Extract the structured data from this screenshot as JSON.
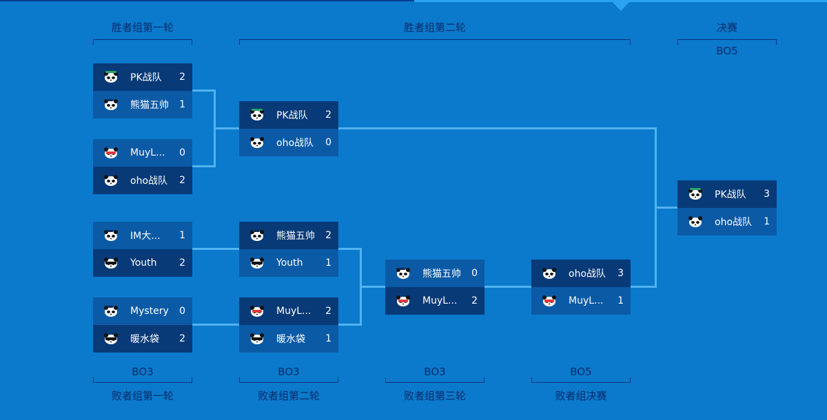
{
  "labels": {
    "w1": "胜者组第一轮",
    "w2": "胜者组第二轮",
    "final": "决赛",
    "final_bo": "BO5",
    "l1_bo": "BO3",
    "l1": "败者组第一轮",
    "l2_bo": "BO3",
    "l2": "败者组第二轮",
    "l3_bo": "BO3",
    "l3": "败者组第三轮",
    "l4_bo": "BO5",
    "l4": "败者组决赛"
  },
  "matches": {
    "w1_m1": {
      "team1": {
        "name": "PK战队",
        "score": "2",
        "logo": "panda-green-hat-icon"
      },
      "team2": {
        "name": "熊猫五帅",
        "score": "1",
        "logo": "panda-cap-icon"
      }
    },
    "w1_m2": {
      "team1": {
        "name": "MuyL...",
        "score": "0",
        "logo": "panda-red-mask-icon"
      },
      "team2": {
        "name": "oho战队",
        "score": "2",
        "logo": "panda-face-icon"
      }
    },
    "w2_m1": {
      "team1": {
        "name": "PK战队",
        "score": "2",
        "logo": "panda-green-hat-icon"
      },
      "team2": {
        "name": "oho战队",
        "score": "0",
        "logo": "panda-face-icon"
      }
    },
    "l1_m1": {
      "team1": {
        "name": "IM大...",
        "score": "1",
        "logo": "panda-cap-icon"
      },
      "team2": {
        "name": "Youth",
        "score": "2",
        "logo": "panda-sunglasses-icon"
      }
    },
    "l1_m2": {
      "team1": {
        "name": "Mystery",
        "score": "0",
        "logo": "panda-cap-icon"
      },
      "team2": {
        "name": "暖水袋",
        "score": "2",
        "logo": "panda-sunglasses-icon"
      }
    },
    "l2_m1": {
      "team1": {
        "name": "熊猫五帅",
        "score": "2",
        "logo": "panda-cap-icon"
      },
      "team2": {
        "name": "Youth",
        "score": "1",
        "logo": "panda-sunglasses-icon"
      }
    },
    "l2_m2": {
      "team1": {
        "name": "MuyL...",
        "score": "2",
        "logo": "panda-red-mask-icon"
      },
      "team2": {
        "name": "暖水袋",
        "score": "1",
        "logo": "panda-sunglasses-icon"
      }
    },
    "l3_m1": {
      "team1": {
        "name": "熊猫五帅",
        "score": "0",
        "logo": "panda-cap-icon"
      },
      "team2": {
        "name": "MuyL...",
        "score": "2",
        "logo": "panda-red-mask-icon"
      }
    },
    "l4_m1": {
      "team1": {
        "name": "oho战队",
        "score": "3",
        "logo": "panda-face-icon"
      },
      "team2": {
        "name": "MuyL...",
        "score": "1",
        "logo": "panda-red-mask-icon"
      }
    },
    "final_m1": {
      "team1": {
        "name": "PK战队",
        "score": "3",
        "logo": "panda-green-hat-icon"
      },
      "team2": {
        "name": "oho战队",
        "score": "1",
        "logo": "panda-face-icon"
      }
    }
  },
  "colors": {
    "background": "#0b7acc",
    "row_dark": "#083a78",
    "row_light": "#0b5aa6",
    "connector": "#52b3f0",
    "label": "#052b6b"
  }
}
